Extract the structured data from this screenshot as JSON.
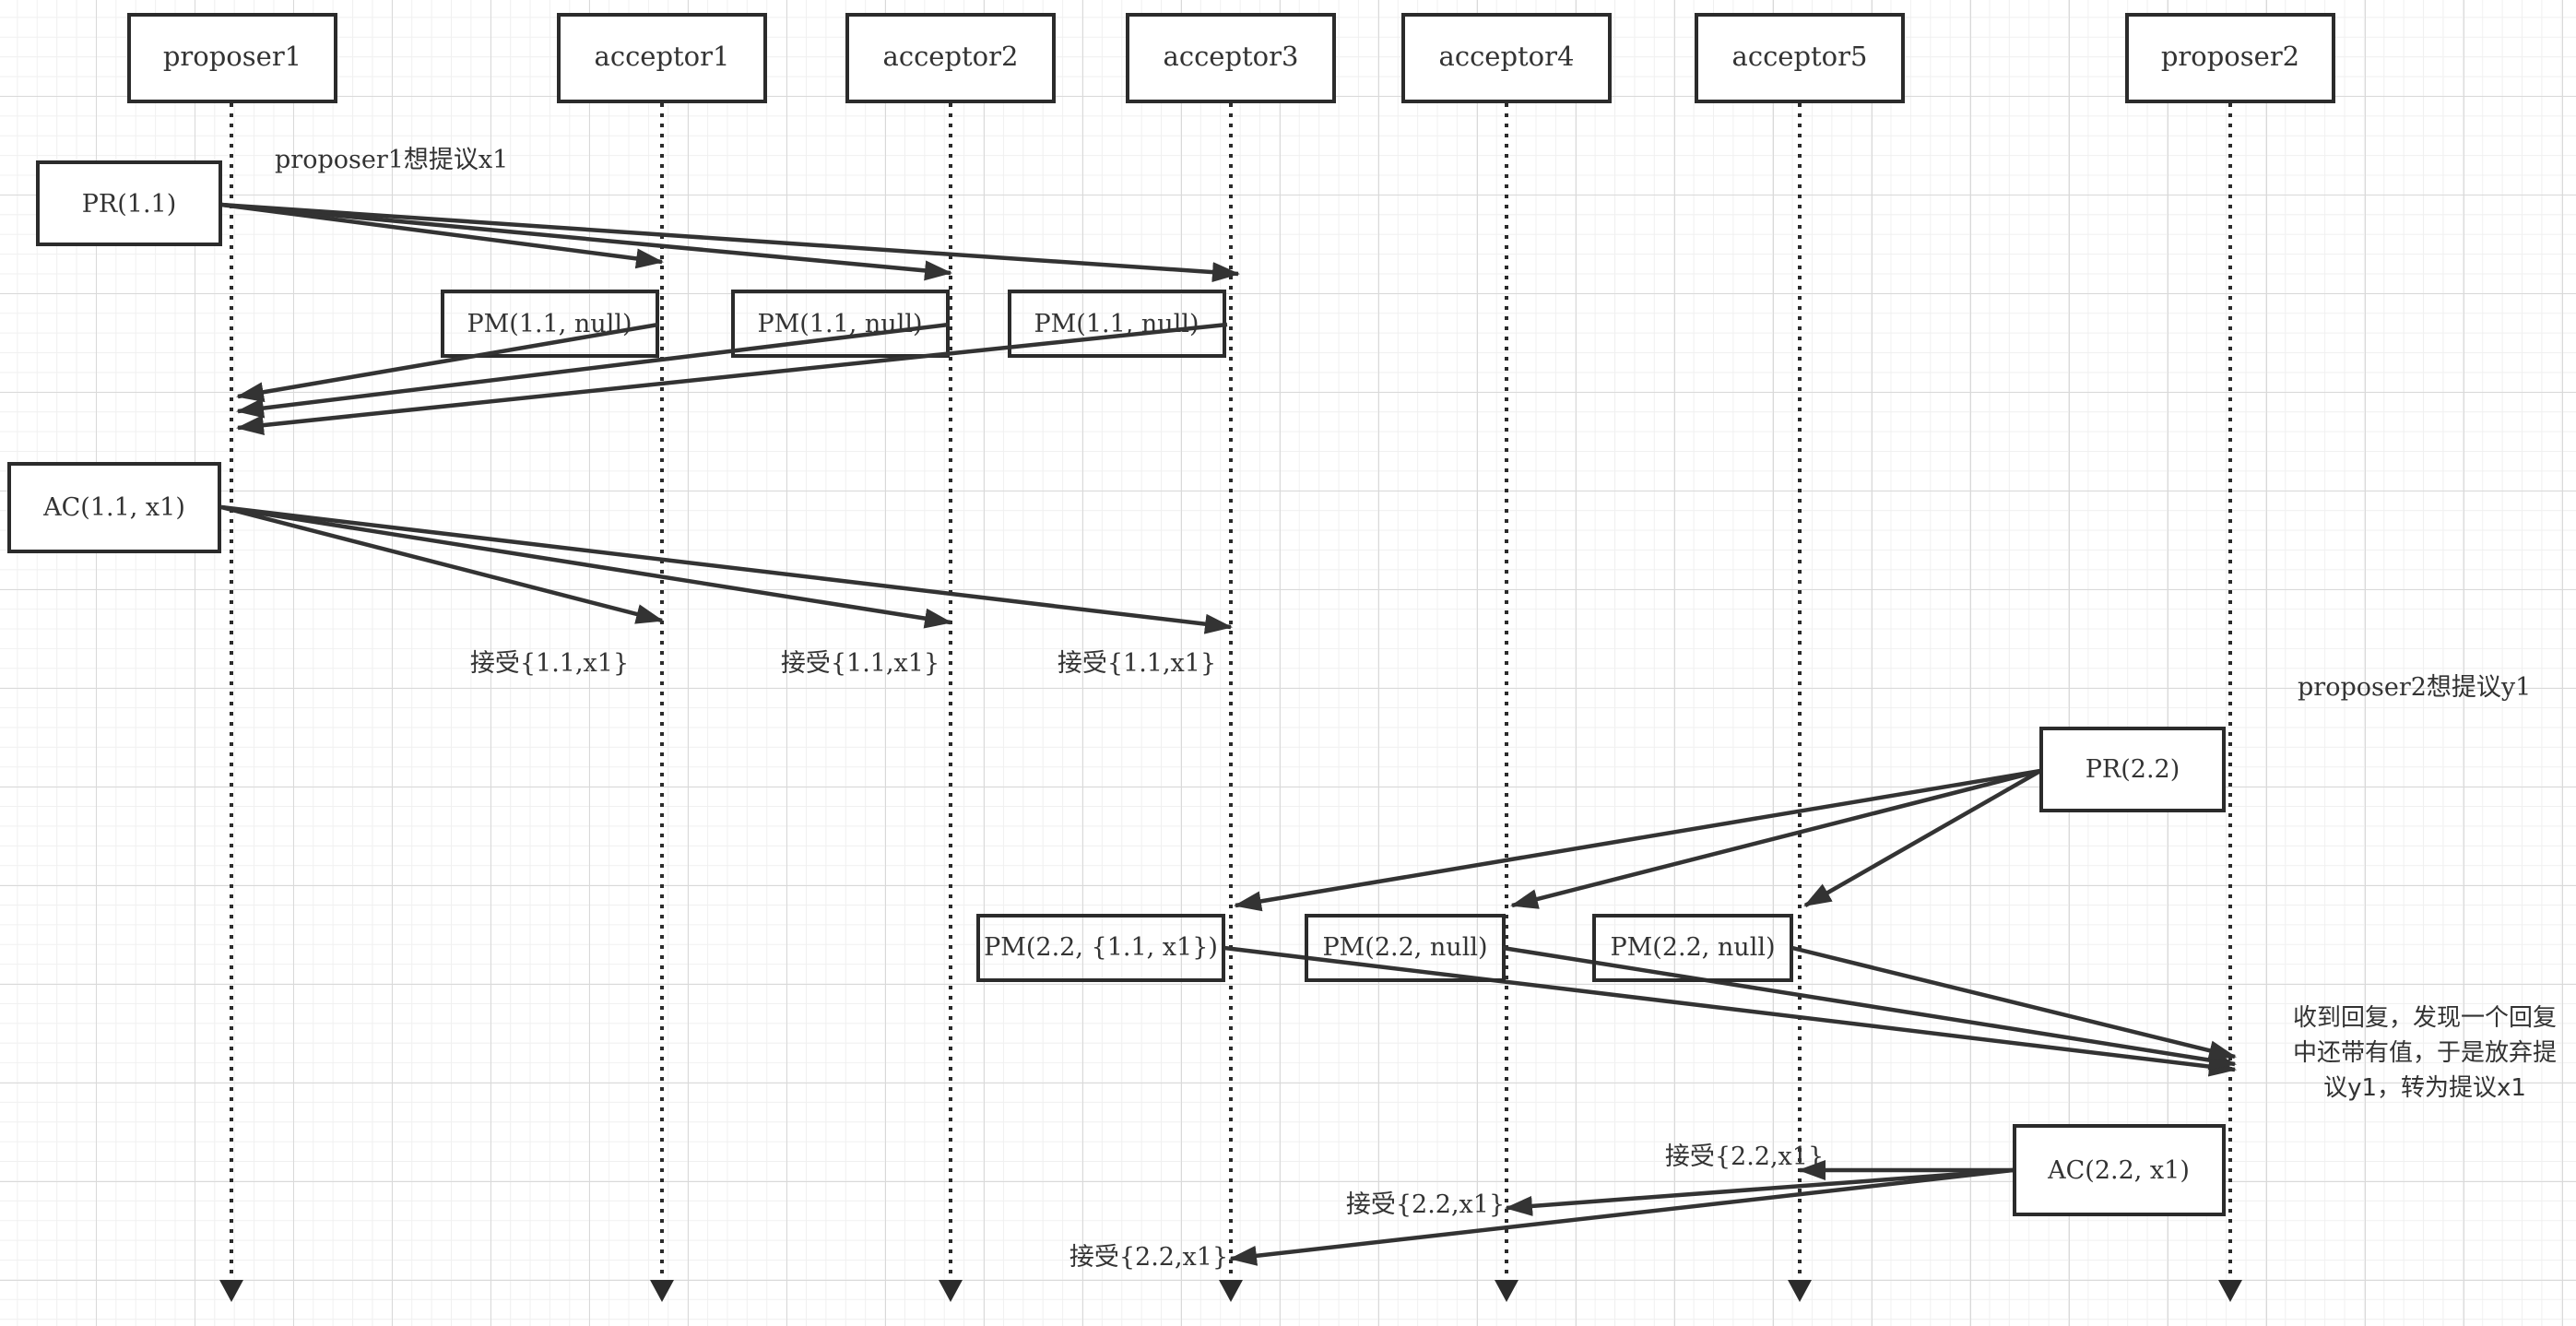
{
  "colors": {
    "line": "#2b2b2b",
    "text": "#333333",
    "grid_major": "#d9d9d9",
    "grid_minor": "#f0f0f0",
    "background": "#ffffff"
  },
  "participants": [
    {
      "id": "p1",
      "label": "proposer1"
    },
    {
      "id": "a1",
      "label": "acceptor1"
    },
    {
      "id": "a2",
      "label": "acceptor2"
    },
    {
      "id": "a3",
      "label": "acceptor3"
    },
    {
      "id": "a4",
      "label": "acceptor4"
    },
    {
      "id": "a5",
      "label": "acceptor5"
    },
    {
      "id": "p2",
      "label": "proposer2"
    }
  ],
  "annotations": [
    {
      "id": "p1-intent",
      "text": "proposer1想提议x1"
    },
    {
      "id": "p2-intent",
      "text": "proposer2想提议y1"
    },
    {
      "id": "p2-decision",
      "lines": [
        "收到回复，发现一个回复",
        "中还带有值，于是放弃提",
        "议y1，转为提议x1"
      ]
    }
  ],
  "messages": [
    {
      "id": "pr11",
      "label": "PR(1.1)",
      "from": "p1",
      "to": [
        "a1",
        "a2",
        "a3"
      ]
    },
    {
      "id": "pm11-a1",
      "label": "PM(1.1, null)",
      "from": "a1",
      "to": [
        "p1"
      ]
    },
    {
      "id": "pm11-a2",
      "label": "PM(1.1, null)",
      "from": "a2",
      "to": [
        "p1"
      ]
    },
    {
      "id": "pm11-a3",
      "label": "PM(1.1, null)",
      "from": "a3",
      "to": [
        "p1"
      ]
    },
    {
      "id": "ac11",
      "label": "AC(1.1, x1)",
      "from": "p1",
      "to": [
        "a1",
        "a2",
        "a3"
      ]
    },
    {
      "id": "pr22",
      "label": "PR(2.2)",
      "from": "p2",
      "to": [
        "a3",
        "a4",
        "a5"
      ]
    },
    {
      "id": "pm22-a3",
      "label": "PM(2.2, {1.1, x1})",
      "from": "a3",
      "to": [
        "p2"
      ]
    },
    {
      "id": "pm22-a4",
      "label": "PM(2.2, null)",
      "from": "a4",
      "to": [
        "p2"
      ]
    },
    {
      "id": "pm22-a5",
      "label": "PM(2.2, null)",
      "from": "a5",
      "to": [
        "p2"
      ]
    },
    {
      "id": "ac22",
      "label": "AC(2.2, x1)",
      "from": "p2",
      "to": [
        "a5",
        "a4",
        "a3"
      ]
    }
  ],
  "accept_labels": [
    {
      "id": "acc-a1-1",
      "text": "接受{1.1,x1}"
    },
    {
      "id": "acc-a2-1",
      "text": "接受{1.1,x1}"
    },
    {
      "id": "acc-a3-1",
      "text": "接受{1.1,x1}"
    },
    {
      "id": "acc-a5-2",
      "text": "接受{2.2,x1}"
    },
    {
      "id": "acc-a4-2",
      "text": "接受{2.2,x1}"
    },
    {
      "id": "acc-a3-2",
      "text": "接受{2.2,x1}"
    }
  ]
}
